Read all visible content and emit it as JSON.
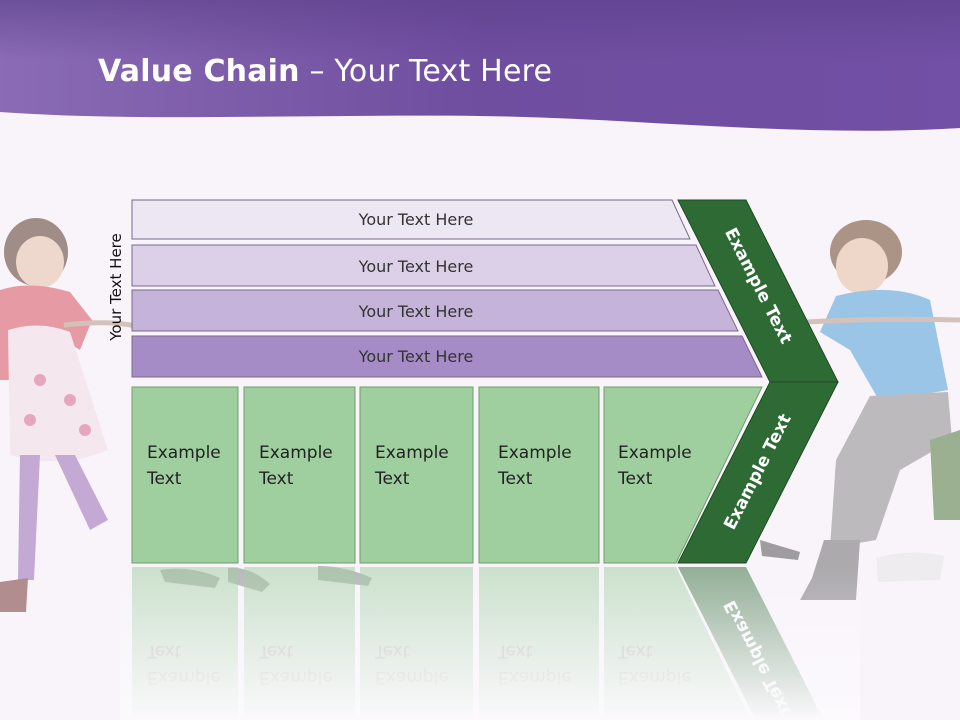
{
  "slide": {
    "title_bold": "Value Chain",
    "title_rest": " – Your Text Here",
    "vertical_label": "Your Text Here"
  },
  "bars": [
    {
      "label": "Your Text Here",
      "color": "#ede6f3"
    },
    {
      "label": "Your Text Here",
      "color": "#dcd0e8"
    },
    {
      "label": "Your Text Here",
      "color": "#c6b3da"
    },
    {
      "label": "Your Text Here",
      "color": "#a68cc6"
    }
  ],
  "boxes": [
    {
      "line1": "Example",
      "line2": "Text"
    },
    {
      "line1": "Example",
      "line2": "Text"
    },
    {
      "line1": "Example",
      "line2": "Text"
    },
    {
      "line1": "Example",
      "line2": "Text"
    },
    {
      "line1": "Example",
      "line2": "Text"
    }
  ],
  "chevron_top": {
    "label": "Example Text",
    "color": "#2e6a34"
  },
  "chevron_bottom": {
    "label": "Example Text",
    "color": "#2e6a34"
  },
  "colors": {
    "header": "#7b58a8",
    "box_fill": "#9fcf9f",
    "box_stroke": "#6e9e6e"
  }
}
